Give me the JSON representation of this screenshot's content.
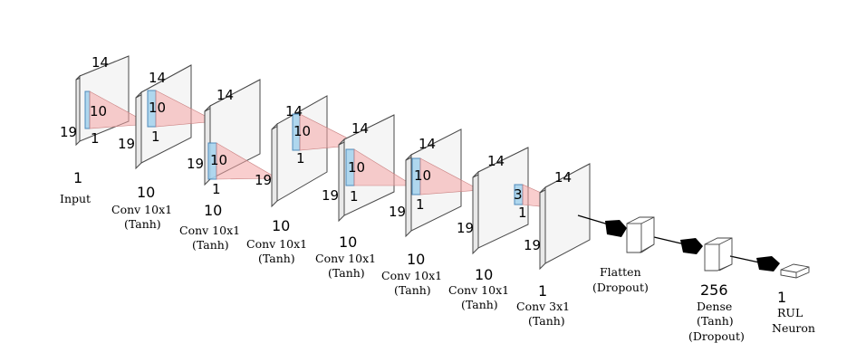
{
  "layers": [
    {
      "depth": "14",
      "height": "19",
      "kernel_h": "10",
      "kernel_w": "1",
      "count": "1",
      "caption": [
        "Input"
      ]
    },
    {
      "depth": "14",
      "height": "19",
      "kernel_h": "10",
      "kernel_w": "1",
      "count": "10",
      "caption": [
        "Conv 10x1",
        "(Tanh)"
      ]
    },
    {
      "depth": "14",
      "height": "19",
      "kernel_h": "10",
      "kernel_w": "1",
      "count": "10",
      "caption": [
        "Conv 10x1",
        "(Tanh)"
      ]
    },
    {
      "depth": "14",
      "height": "19",
      "kernel_h": "10",
      "kernel_w": "1",
      "count": "10",
      "caption": [
        "Conv 10x1",
        "(Tanh)"
      ]
    },
    {
      "depth": "14",
      "height": "19",
      "kernel_h": "10",
      "kernel_w": "1",
      "count": "10",
      "caption": [
        "Conv 10x1",
        "(Tanh)"
      ]
    },
    {
      "depth": "14",
      "height": "19",
      "kernel_h": "10",
      "kernel_w": "1",
      "count": "10",
      "caption": [
        "Conv 10x1",
        "(Tanh)"
      ]
    },
    {
      "depth": "14",
      "height": "19",
      "kernel_h": "3",
      "kernel_w": "1",
      "count": "10",
      "caption": [
        "Conv 10x1",
        "(Tanh)"
      ]
    },
    {
      "depth": "14",
      "height": "19",
      "count": "1",
      "caption": [
        "Conv 3x1",
        "(Tanh)"
      ]
    }
  ],
  "flatten": {
    "caption": [
      "Flatten",
      "(Dropout)"
    ]
  },
  "dense": {
    "count": "256",
    "caption": [
      "Dense",
      "(Tanh)",
      "(Dropout)"
    ]
  },
  "output": {
    "count": "1",
    "caption": [
      "RUL",
      "Neuron"
    ]
  },
  "colors": {
    "kernel": "#a8d4ee",
    "receptive_field": "#f4a6a6",
    "plate": "#f5f5f5"
  }
}
